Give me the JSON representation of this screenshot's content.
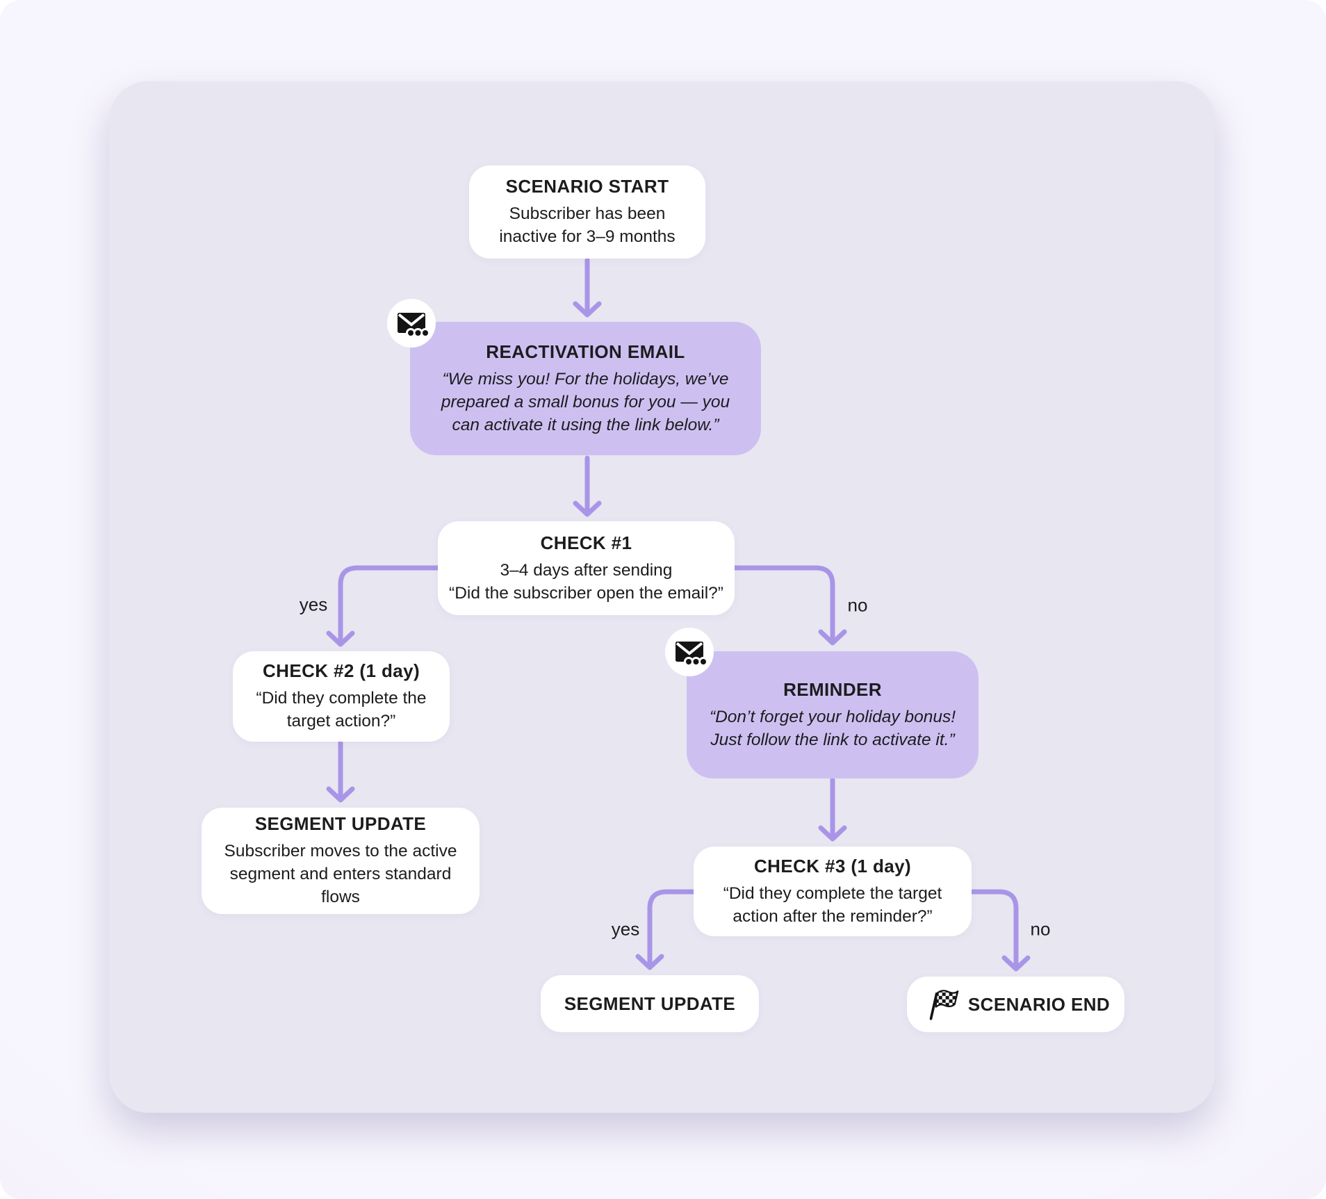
{
  "colors": {
    "page_bg_center": "#f7f5fd",
    "page_bg_edge": "#ded3f5",
    "card_bg": "#e8e6f1",
    "node_bg": "#ffffff",
    "highlight_node_bg": "#cdc0f1",
    "arrow": "#a995e8",
    "text": "#1c1c1e"
  },
  "nodes": {
    "scenario_start": {
      "title": "SCENARIO START",
      "body": "Subscriber has been\ninactive for 3–9 months"
    },
    "reactivation_email": {
      "title": "REACTIVATION EMAIL",
      "body": "“We miss you! For the holidays, we’ve\nprepared a small bonus for you — you\ncan activate it using the link below.”"
    },
    "check_1": {
      "title": "CHECK #1",
      "body": "3–4 days after sending\n“Did the subscriber open the email?”"
    },
    "check_2": {
      "title": "CHECK #2 (1 day)",
      "body": "“Did they complete the\ntarget action?”"
    },
    "segment_update_1": {
      "title": "SEGMENT UPDATE",
      "body": "Subscriber moves to the active\nsegment and enters standard\nflows"
    },
    "reminder": {
      "title": "REMINDER",
      "body": "“Don’t forget your holiday bonus!\nJust follow the link to activate it.”"
    },
    "check_3": {
      "title": "CHECK #3 (1 day)",
      "body": "“Did they complete the target\naction after the reminder?”"
    },
    "segment_update_2": {
      "title": "SEGMENT UPDATE"
    },
    "scenario_end": {
      "title": "SCENARIO END"
    }
  },
  "edge_labels": {
    "check1_yes": "yes",
    "check1_no": "no",
    "check3_yes": "yes",
    "check3_no": "no"
  },
  "icons": {
    "email_nodes": "envelope-icon",
    "end_node": "checkered-flag-icon"
  }
}
